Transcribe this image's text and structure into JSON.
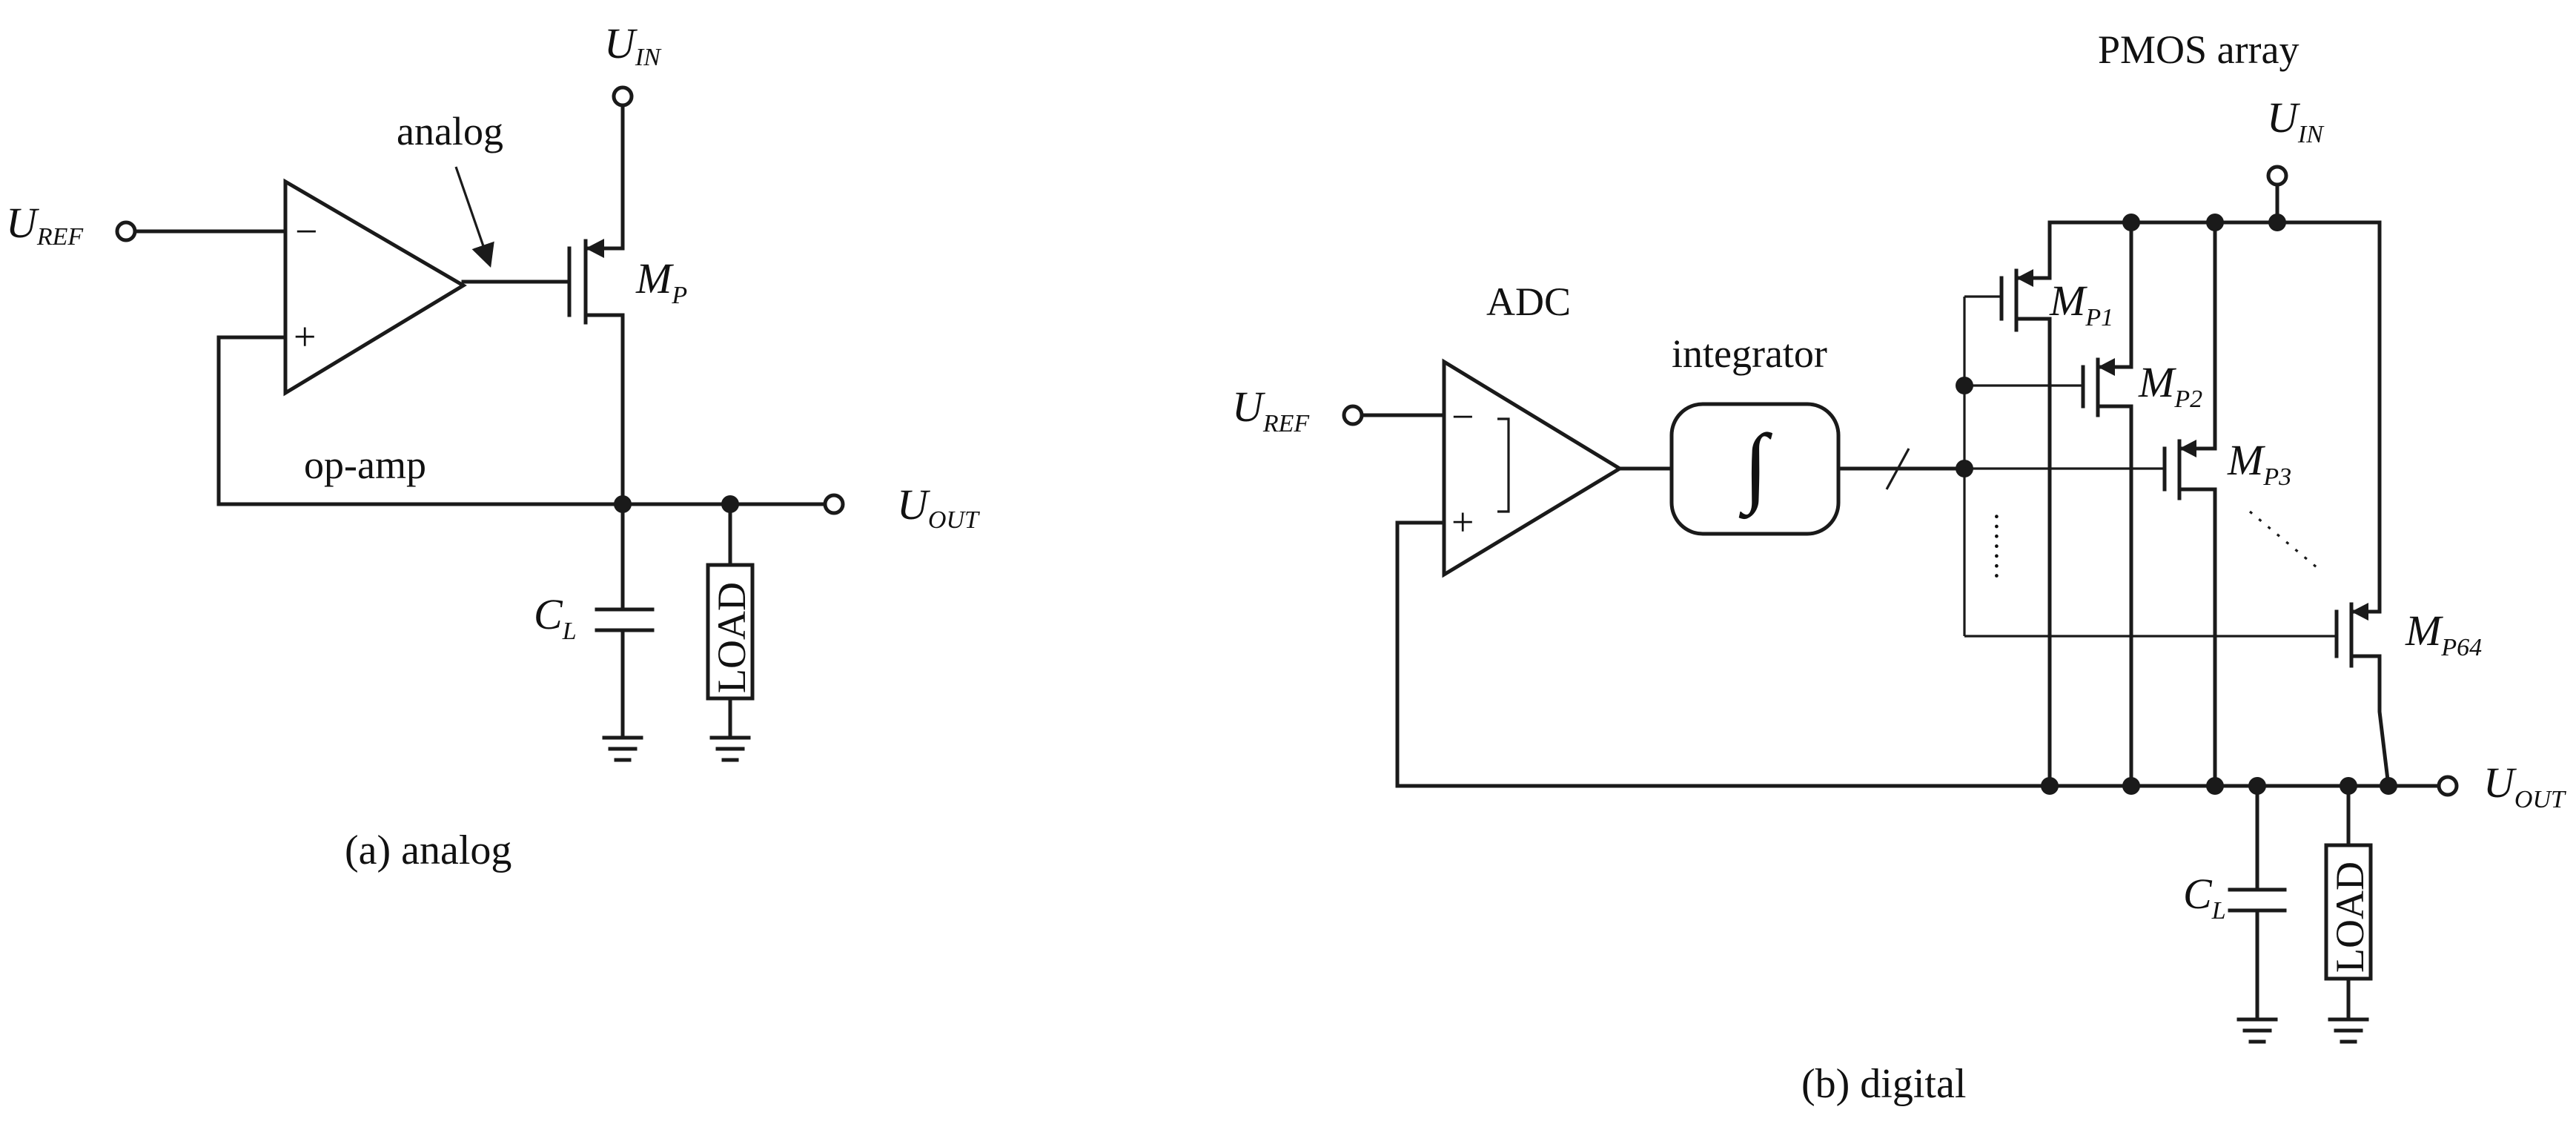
{
  "panel_a": {
    "caption": "(a) analog",
    "u_in": {
      "main": "U",
      "sub": "IN"
    },
    "u_ref": {
      "main": "U",
      "sub": "REF"
    },
    "u_out": {
      "main": "U",
      "sub": "OUT"
    },
    "transistor": {
      "main": "M",
      "sub": "P"
    },
    "cap": {
      "main": "C",
      "sub": "L"
    },
    "analog_label": "analog",
    "opamp_label": "op-amp",
    "load_label": "LOAD",
    "opamp_minus": "−",
    "opamp_plus": "+"
  },
  "panel_b": {
    "caption": "(b) digital",
    "array_label": "PMOS array",
    "adc_label": "ADC",
    "integrator_label": "integrator",
    "integrator_symbol": "∫",
    "u_in": {
      "main": "U",
      "sub": "IN"
    },
    "u_ref": {
      "main": "U",
      "sub": "REF"
    },
    "u_out": {
      "main": "U",
      "sub": "OUT"
    },
    "cap": {
      "main": "C",
      "sub": "L"
    },
    "load_label": "LOAD",
    "opamp_minus": "−",
    "opamp_plus": "+",
    "transistors": [
      {
        "main": "M",
        "sub": "P1"
      },
      {
        "main": "M",
        "sub": "P2"
      },
      {
        "main": "M",
        "sub": "P3"
      },
      {
        "main": "M",
        "sub": "P64"
      }
    ]
  },
  "colors": {
    "line": "#1a1a1a",
    "background": "#ffffff",
    "integrator_fill": "#ffffff"
  }
}
